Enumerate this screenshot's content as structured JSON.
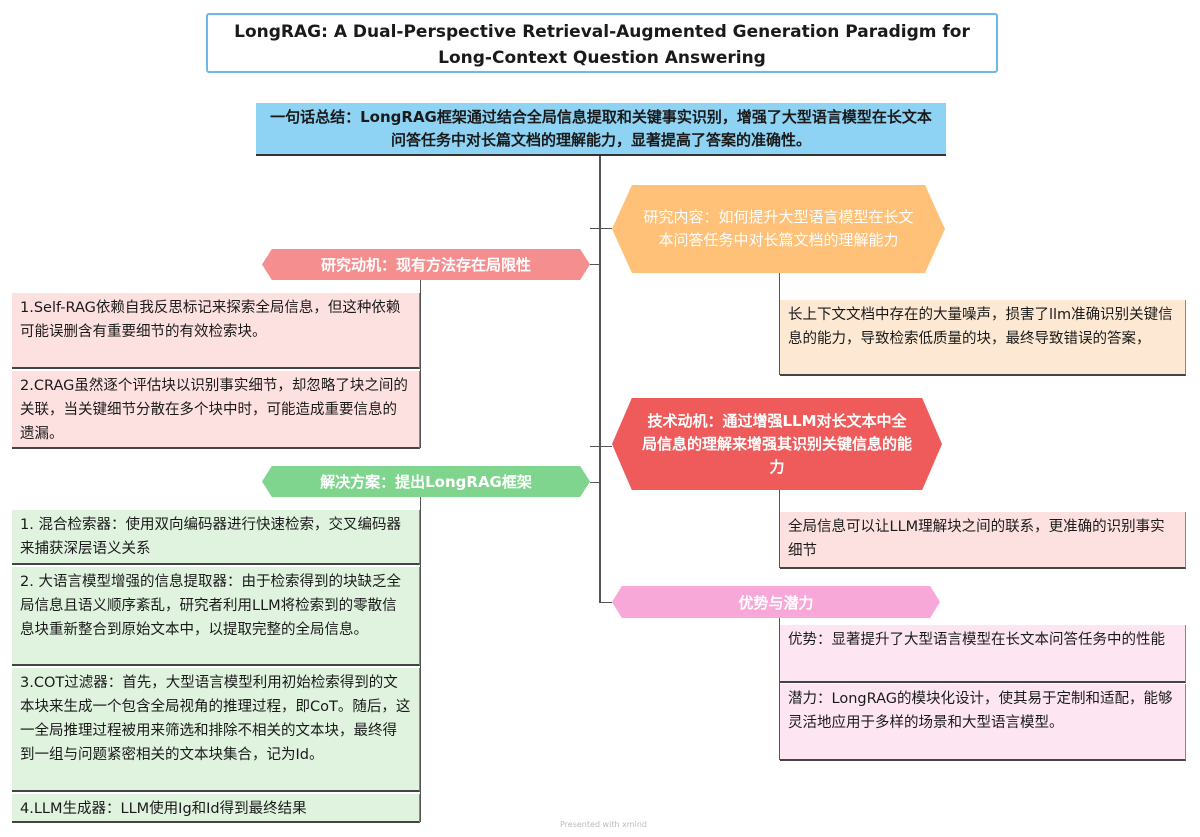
{
  "title": "LongRAG: A Dual-Perspective Retrieval-Augmented Generation Paradigm for Long-Context Question Answering",
  "summary": "一句话总结：LongRAG框架通过结合全局信息提取和关键事实识别，增强了大型语言模型在长文本问答任务中对长篇文档的理解能力，显著提高了答案的准确性。",
  "right": {
    "research": {
      "label": "研究内容：如何提升大型语言模型在长文本问答任务中对长篇文档的理解能力",
      "details": [
        "长上下文文档中存在的大量噪声，损害了llm准确识别关键信息的能力，导致检索低质量的块，最终导致错误的答案，"
      ]
    },
    "tech": {
      "label": "技术动机：通过增强LLM对长文本中全局信息的理解来增强其识别关键信息的能力",
      "details": [
        "全局信息可以让LLM理解块之间的联系，更准确的识别事实细节"
      ]
    },
    "adv": {
      "label": "优势与潜力",
      "details": [
        "优势：显著提升了大型语言模型在长文本问答任务中的性能",
        "潜力：LongRAG的模块化设计，使其易于定制和适配，能够灵活地应用于多样的场景和大型语言模型。"
      ]
    }
  },
  "left": {
    "motivation": {
      "label": "研究动机：现有方法存在局限性",
      "details": [
        "1.Self-RAG依赖自我反思标记来探索全局信息，但这种依赖可能误删含有重要细节的有效检索块。",
        "2.CRAG虽然逐个评估块以识别事实细节，却忽略了块之间的关联，当关键细节分散在多个块中时，可能造成重要信息的遗漏。"
      ]
    },
    "solution": {
      "label": "解决方案：提出LongRAG框架",
      "details": [
        "1. 混合检索器：使用双向编码器进行快速检索，交叉编码器来捕获深层语义关系",
        "2. 大语言模型增强的信息提取器：由于检索得到的块缺乏全局信息且语义顺序紊乱，研究者利用LLM将检索到的零散信息块重新整合到原始文本中，以提取完整的全局信息。",
        "3.COT过滤器：首先，大型语言模型利用初始检索得到的文本块来生成一个包含全局视角的推理过程，即CoT。随后，这一全局推理过程被用来筛选和排除不相关的文本块，最终得到一组与问题紧密相关的文本块集合，记为Id。",
        "4.LLM生成器：LLM使用Ig和Id得到最终结果"
      ]
    }
  },
  "footer": "Presented with xmind",
  "colors": {
    "summary": "#8fd3f4",
    "research": "#ffc078",
    "tech": "#ef5a5a",
    "adv": "#f8a8d8",
    "motivation": "#f58e8e",
    "solution": "#7fd48e"
  }
}
